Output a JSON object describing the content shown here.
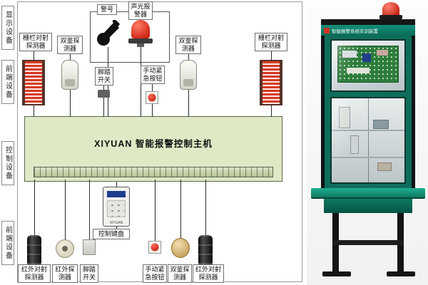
{
  "colors": {
    "host_panel_green": "#dfe9c6",
    "beam_red": "#d83a22",
    "beacon_red": "#c41200",
    "cabinet_teal": "#0c6e5a"
  },
  "diagram": {
    "side_labels": [
      "显示设备",
      "前端设备",
      "控制设备",
      "前端设备"
    ],
    "display_devices": {
      "siren_label": "警号",
      "strobe_label": "声光报警器"
    },
    "front_top": {
      "fence_left": "栅栏对射探测器",
      "dual_left": "双鉴探测器",
      "foot_switch": "脚踏开关",
      "emergency": "手动紧急按钮",
      "dual_right": "双鉴探测器",
      "fence_right": "栅栏对射探测器"
    },
    "host_title": "XIYUAN 智能报警控制主机",
    "keypad_label": "控制键盘",
    "keypad_brand": "XIYUAN",
    "front_bottom": [
      "红外对射探测器",
      "红外探测器",
      "脚踏开关",
      "手动紧急按钮",
      "双鉴探测器",
      "红外对射探测器"
    ]
  },
  "photo": {
    "header": "智能报警系统实训装置"
  }
}
